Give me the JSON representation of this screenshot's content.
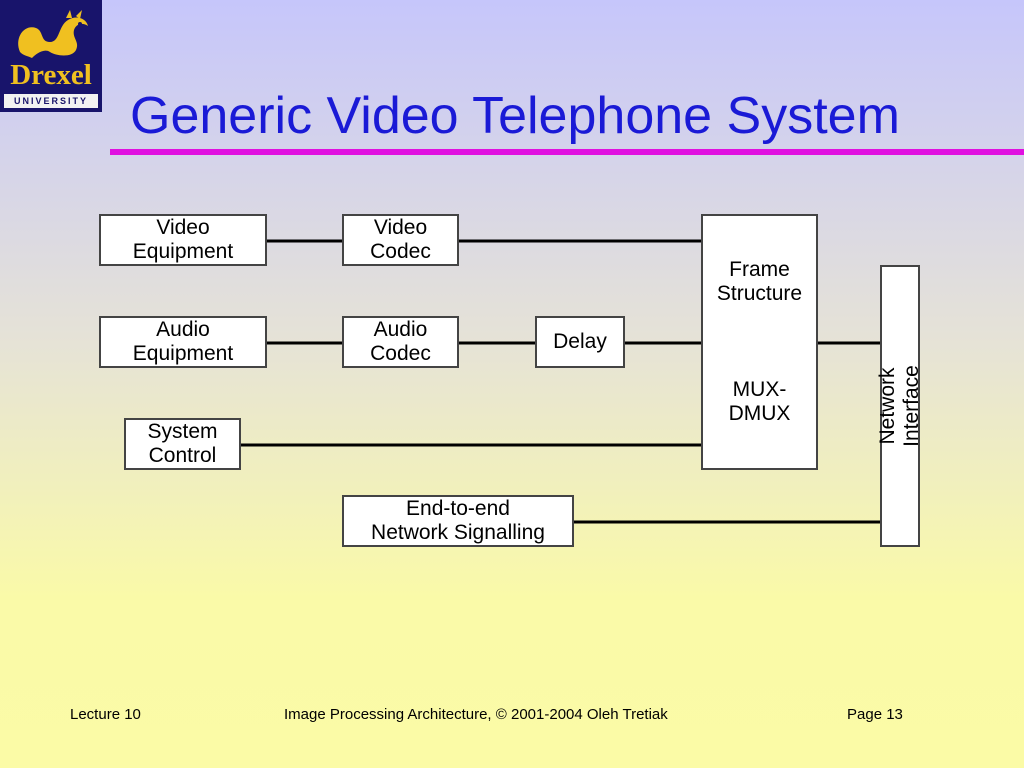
{
  "logo": {
    "wordmark": "Drexel",
    "subtitle": "UNIVERSITY"
  },
  "slide": {
    "title": "Generic Video Telephone System"
  },
  "diagram": {
    "blocks": {
      "video_equipment": "Video\nEquipment",
      "video_codec": "Video\nCodec",
      "audio_equipment": "Audio\nEquipment",
      "audio_codec": "Audio\nCodec",
      "delay": "Delay",
      "system_control": "System\nControl",
      "end_to_end": "End-to-end\nNetwork Signalling",
      "frame_structure": "Frame\nStructure",
      "mux_dmux": "MUX-\nDMUX",
      "network_interface": "Network Interface"
    }
  },
  "footer": {
    "left": "Lecture 10",
    "center": "Image Processing Architecture, © 2001-2004  Oleh Tretiak",
    "right": "Page 13"
  },
  "colors": {
    "title": "#1a1ad6",
    "rule": "#e010e0",
    "logo_bg": "#18146b",
    "logo_gold": "#f0c020"
  }
}
